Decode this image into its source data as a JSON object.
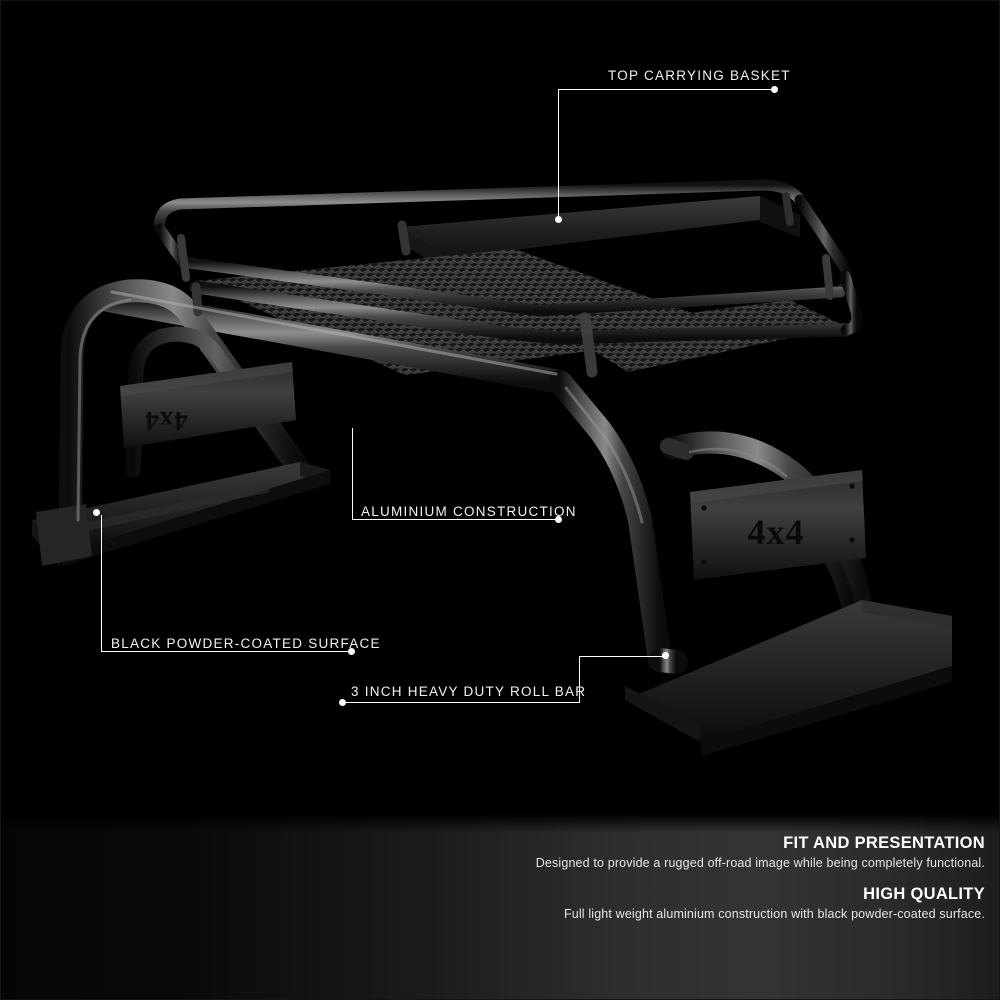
{
  "theme": {
    "background": "#000000",
    "line_color": "#ffffff",
    "label_color": "#f2f2f2",
    "panel_text_color": "#ffffff",
    "product_color": "#2b2b2b"
  },
  "callouts": [
    {
      "id": "top-carrying-basket",
      "label": "TOP CARRYING BASKET"
    },
    {
      "id": "aluminium-construction",
      "label": "ALUMINIUM CONSTRUCTION"
    },
    {
      "id": "black-powder-coated-surface",
      "label": "BLACK POWDER-COATED SURFACE"
    },
    {
      "id": "roll-bar",
      "label": "3 INCH HEAVY DUTY ROLL BAR"
    }
  ],
  "product": {
    "badge_left": "4x4",
    "badge_right": "4x4"
  },
  "info_panel": {
    "blocks": [
      {
        "title": "FIT AND PRESENTATION",
        "description": "Designed to provide a rugged off-road image while being completely functional."
      },
      {
        "title": "HIGH QUALITY",
        "description": "Full light weight aluminium construction with black powder-coated surface."
      }
    ]
  }
}
